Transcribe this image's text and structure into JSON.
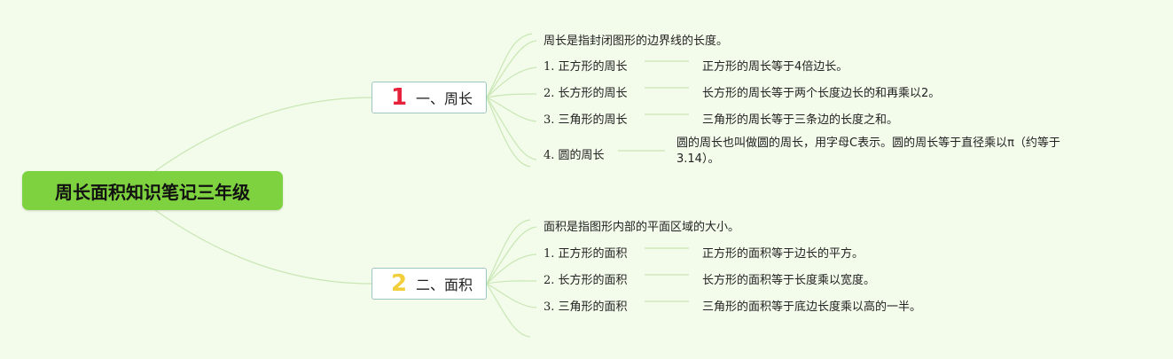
{
  "root": {
    "title": "周长面积知识笔记三年级"
  },
  "branches": [
    {
      "number": "1",
      "number_color": "#e5223a",
      "label": "一、周长",
      "definition": "周长是指封闭图形的边界线的长度。",
      "items": [
        {
          "name": "1. 正方形的周长",
          "desc": "正方形的周长等于4倍边长。"
        },
        {
          "name": "2. 长方形的周长",
          "desc": "长方形的周长等于两个长度边长的和再乘以2。"
        },
        {
          "name": "3. 三角形的周长",
          "desc": "三角形的周长等于三条边的长度之和。"
        },
        {
          "name": "4. 圆的周长",
          "desc": "圆的周长也叫做圆的周长，用字母C表示。圆的周长等于直径乘以π（约等于3.14）。"
        }
      ]
    },
    {
      "number": "2",
      "number_color": "#f2cf3a",
      "label": "二、面积",
      "definition": "面积是指图形内部的平面区域的大小。",
      "items": [
        {
          "name": "1. 正方形的面积",
          "desc": "正方形的面积等于边长的平方。"
        },
        {
          "name": "2. 长方形的面积",
          "desc": "长方形的面积等于长度乘以宽度。"
        },
        {
          "name": "3. 三角形的面积",
          "desc": "三角形的面积等于底边长度乘以高的一半。"
        }
      ]
    }
  ],
  "colors": {
    "background": "#f3fbeb",
    "root_fill": "#7fd23f",
    "connector": "#c9e7b4",
    "branch_border": "#9dc6c1"
  }
}
